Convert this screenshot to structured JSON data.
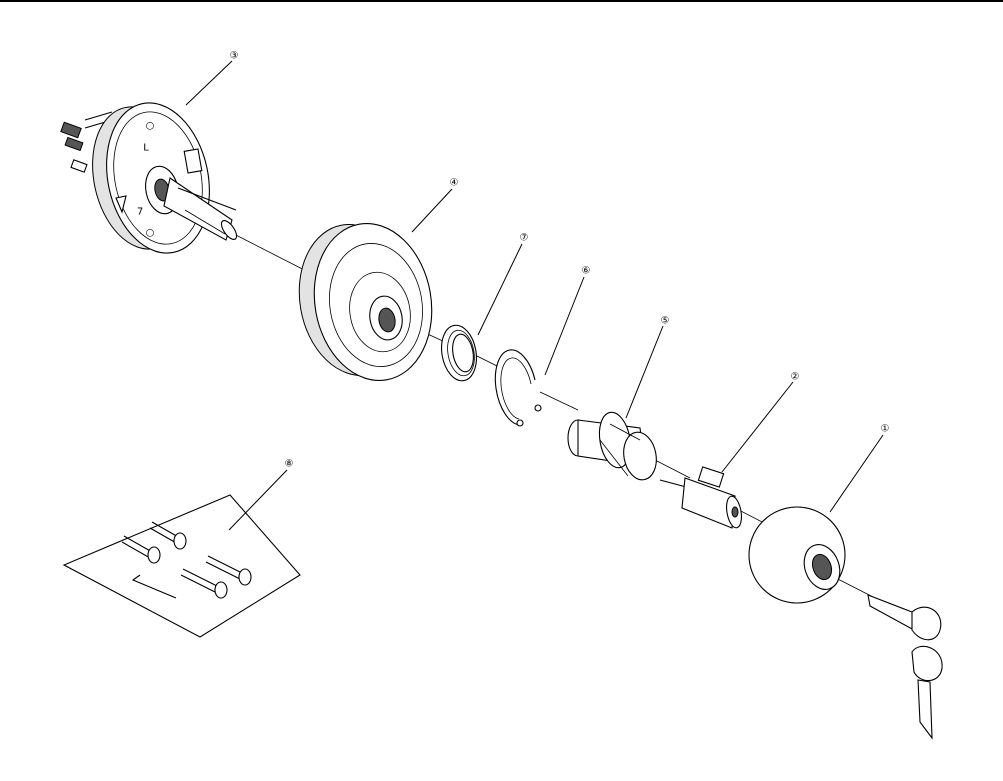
{
  "callouts": [
    {
      "id": "1",
      "glyph": "①"
    },
    {
      "id": "2",
      "glyph": "②"
    },
    {
      "id": "3",
      "glyph": "③"
    },
    {
      "id": "4",
      "glyph": "④"
    },
    {
      "id": "5",
      "glyph": "⑤"
    },
    {
      "id": "6",
      "glyph": "⑥"
    },
    {
      "id": "7",
      "glyph": "⑦"
    },
    {
      "id": "8",
      "glyph": "⑧"
    }
  ],
  "colors": {
    "line": "#000000",
    "background": "#ffffff",
    "shade": "#e3e3e3"
  }
}
